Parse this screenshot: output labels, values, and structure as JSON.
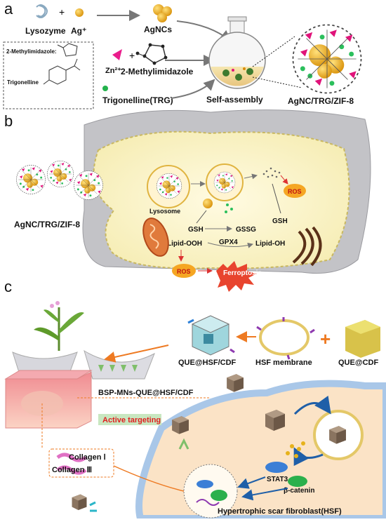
{
  "panel_a": {
    "letter": "a",
    "lysozyme": "Lysozyme",
    "ag": "Ag⁺",
    "agncs": "AgNCs",
    "methylimidazole_struct": "2-Methylimidazole:",
    "trigonelline_struct": "Trigonelline",
    "zn": "Zn²⁺",
    "methylimidazole": "2-Methylimidazole",
    "trg": "Trigonelline(TRG)",
    "self_assembly": "Self-assembly",
    "composite": "AgNC/TRG/ZIF-8"
  },
  "panel_b": {
    "letter": "b",
    "composite": "AgNC/TRG/ZIF-8",
    "lysosome": "Lysosome",
    "gsh1": "GSH",
    "gssg": "GSSG",
    "gsh2": "GSH",
    "ros1": "ROS",
    "gpx4": "GPX4",
    "lipid_ooh": "Lipid-OOH",
    "lipid_oh": "Lipid-OH",
    "ros2": "ROS",
    "ferroptosis": "Ferroptosis"
  },
  "panel_c": {
    "letter": "c",
    "que_hsf_cdf": "QUE@HSF/CDF",
    "hsf_membrane": "HSF membrane",
    "que_cdf": "QUE@CDF",
    "plus": "+",
    "bsp": "BSP-MNs-QUE@HSF/CDF",
    "active_targeting": "Active targeting",
    "collagen1": "Collagen Ⅰ",
    "collagen3": "Collagen Ⅲ",
    "stat3": "STAT3",
    "beta_catenin": "β-catenin",
    "hsf": "Hypertrophic scar fibroblast(HSF)"
  },
  "colors": {
    "ros": "#f5a623",
    "ferroptosis": "#e8442e",
    "active_targeting": "#e02020",
    "arrow_orange": "#ee7a22",
    "cell_fill": "#fbf6cf",
    "rock": "#b9b9be"
  },
  "icons": [
    "lysozyme-icon",
    "silver-ion-icon",
    "nanocluster-icon",
    "zinc-icon",
    "trg-icon",
    "flask-icon",
    "mitochondrion-icon",
    "er-icon",
    "plant-icon",
    "skin-icon",
    "cube-icon",
    "nucleus-icon"
  ]
}
